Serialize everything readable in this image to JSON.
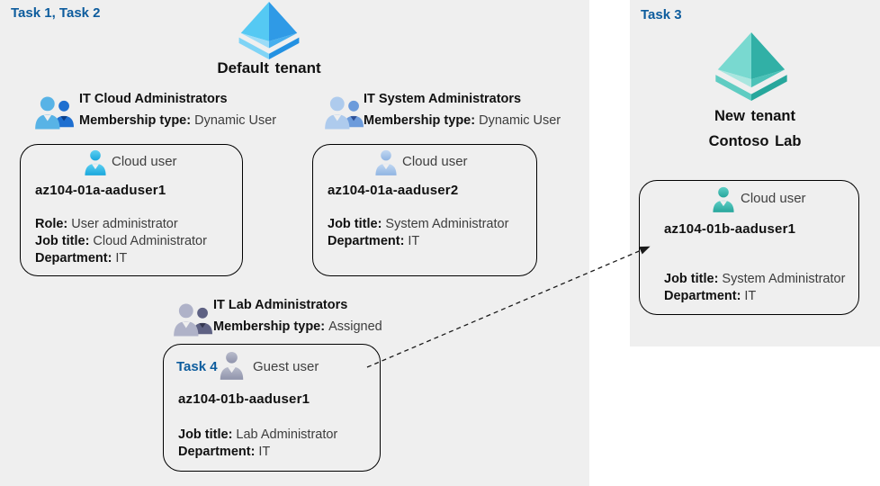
{
  "colors": {
    "panel_bg": "#efefef",
    "task_label_blue": "#0d5c9d",
    "card_border": "#000000",
    "text_primary": "#111111",
    "text_secondary": "#3d3d3d",
    "arrow": "#1a1a1a",
    "tenant_blue_light": "#55c9f3",
    "tenant_blue_dark": "#2f9ae6",
    "tenant_teal_light": "#79d9d0",
    "tenant_teal_dark": "#31b0a6",
    "group_cloud_front": "#58b3e6",
    "group_cloud_back": "#1e6fd0",
    "group_system_front": "#aecbed",
    "group_system_back": "#6c9bdb",
    "group_lab_front": "#afb2c8",
    "group_lab_back": "#5e6183",
    "user_cloud1": "#2db4e6",
    "user_cloud2": "#a5c6ec",
    "user_guest": "#a0a4b8",
    "user_teal": "#3cbcb2"
  },
  "icons": {
    "default_tenant": "azure-directory-diamond-blue",
    "new_tenant": "azure-directory-diamond-teal",
    "group": "two-people-icon",
    "user": "person-icon"
  },
  "left": {
    "task_label": "Task 1, Task 2",
    "tenant_name": "Default tenant",
    "groups": {
      "cloud": {
        "title": "IT Cloud Administrators",
        "membership_label": "Membership type:",
        "membership_value": "Dynamic User"
      },
      "system": {
        "title": "IT System Administrators",
        "membership_label": "Membership type:",
        "membership_value": "Dynamic User"
      },
      "lab": {
        "title": "IT Lab Administrators",
        "membership_label": "Membership type:",
        "membership_value": "Assigned"
      }
    },
    "cards": {
      "user1": {
        "type_label": "Cloud user",
        "name": "az104-01a-aaduser1",
        "role_label": "Role:",
        "role_value": "User administrator",
        "job_label": "Job title:",
        "job_value": "Cloud Administrator",
        "dept_label": "Department:",
        "dept_value": "IT"
      },
      "user2": {
        "type_label": "Cloud user",
        "name": "az104-01a-aaduser2",
        "job_label": "Job title:",
        "job_value": "System Administrator",
        "dept_label": "Department:",
        "dept_value": "IT"
      },
      "guest": {
        "task_label": "Task 4",
        "type_label": "Guest user",
        "name": "az104-01b-aaduser1",
        "job_label": "Job title:",
        "job_value": "Lab Administrator",
        "dept_label": "Department:",
        "dept_value": "IT"
      }
    }
  },
  "right": {
    "task_label": "Task 3",
    "tenant_name_line1": "New tenant",
    "tenant_name_line2": "Contoso Lab",
    "card": {
      "type_label": "Cloud user",
      "name": "az104-01b-aaduser1",
      "job_label": "Job title:",
      "job_value": "System Administrator",
      "dept_label": "Department:",
      "dept_value": "IT"
    }
  }
}
